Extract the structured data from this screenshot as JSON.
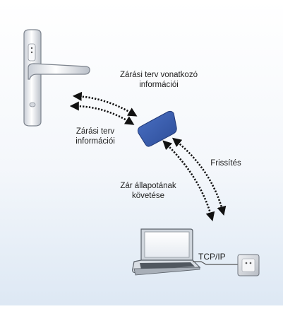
{
  "labels": {
    "locking_plan_info_line1": "Zárási terv vonatkozó",
    "locking_plan_info_line2": "információi",
    "locking_plan_short_line1": "Zárási terv",
    "locking_plan_short_line2": "információi",
    "refresh": "Frissítés",
    "status_tracking_line1": "Zár állapotának",
    "status_tracking_line2": "követése",
    "tcpip": "TCP/IP"
  },
  "colors": {
    "background_top": "#ffffff",
    "background_bottom": "#dde8f4",
    "card": "#3b5fb0",
    "arrow": "#111111",
    "handle": "#e9ecf0",
    "laptop": "#d7dde4"
  }
}
